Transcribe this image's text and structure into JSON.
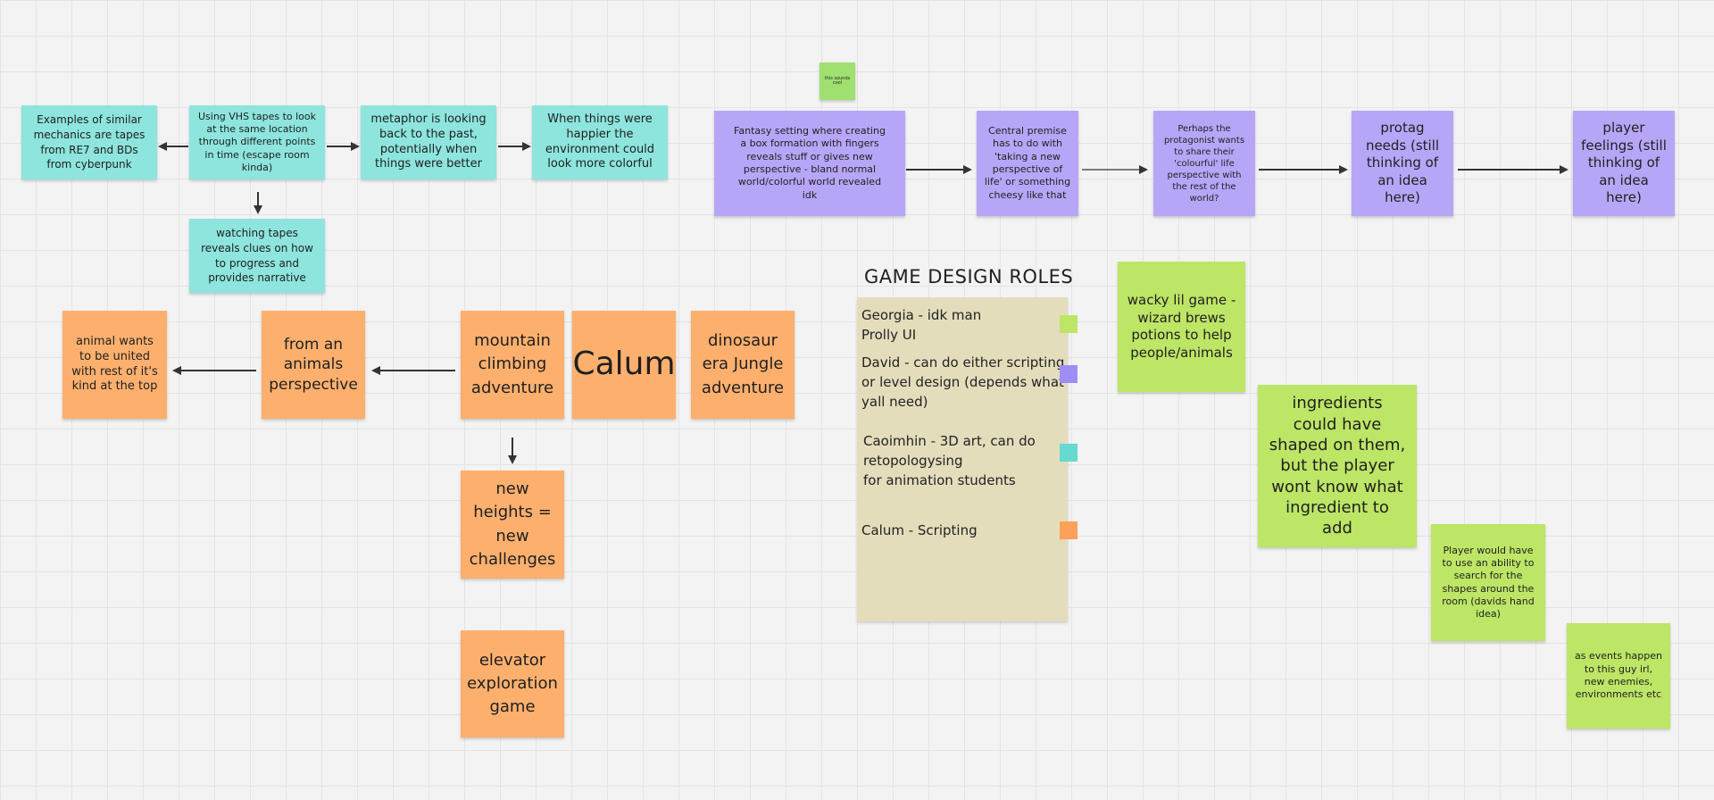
{
  "notes": {
    "re7": "Examples of similar mechanics are tapes from RE7 and BDs from cyberpunk",
    "vhs": "Using VHS tapes to look at the same location through different points in time (escape room kinda)",
    "metaphor": "metaphor is looking back to the past, potentially when things were better",
    "happier": "When things were happier the environment could look more colorful",
    "watching": "watching tapes reveals clues on how to progress and provides narrative",
    "tiny": "this sounds cool",
    "fantasy": "Fantasy setting where creating a box formation with fingers reveals stuff or gives new perspective - bland normal world/colorful world revealed idk",
    "central": "Central premise has to do with 'taking a new perspective of life' or something cheesy like that",
    "perhaps": "Perhaps the protagonist wants to share their 'colourful' life perspective with the rest of the world?",
    "protag": "protag needs (still thinking of an idea here)",
    "player_feelings": "player feelings (still thinking of an idea here)",
    "animal_wants": "animal wants to be united with rest of it's kind at the top",
    "animals_perspective": "from an animals perspective",
    "mountain": "mountain climbing adventure",
    "calum": "Calum",
    "dinosaur": "dinosaur era Jungle adventure",
    "heights": "new heights = new challenges",
    "elevator": "elevator exploration game",
    "wacky": "wacky lil game - wizard brews potions to help people/animals",
    "ingredients": "ingredients could have shaped on them, but the player wont know what ingredient to add",
    "ability": "Player would have to use an ability to search for the shapes around the room (davids hand idea)",
    "events": "as events happen to this guy irl, new enemies, environments etc"
  },
  "roles": {
    "title": "GAME DESIGN ROLES",
    "georgia": "Georgia - idk man\nProlly UI",
    "david": "David - can do either scripting\nor level design (depends what\nyall need)",
    "caoimhin": "Caoimhin - 3D art, can do\nretopologysing\nfor animation students",
    "calum": "Calum - Scripting",
    "colors": {
      "georgia": "#bde566",
      "david": "#9f8cf5",
      "caoimhin": "#66d9d0",
      "calum": "#fda05a"
    }
  },
  "colors": {
    "teal": "#8de5dd",
    "purple": "#b7a6f7",
    "orange": "#fdb06e",
    "green": "#bde566",
    "arrow": "#333333"
  }
}
